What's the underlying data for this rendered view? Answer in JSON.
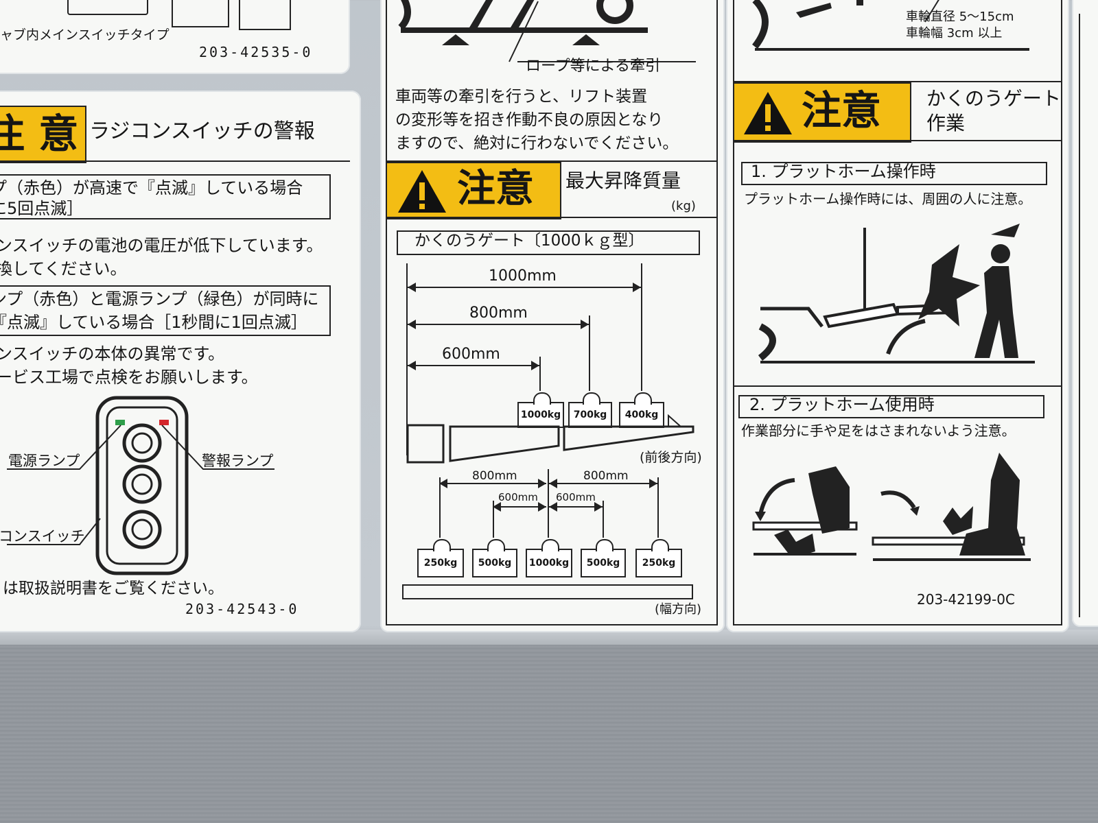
{
  "left_label": {
    "top_caption": "ャブ内メインスイッチタイプ",
    "top_code": "203-42535-0",
    "caution_word": "注 意",
    "title": "ラジコンスイッチの警報",
    "case1_box": [
      "プ（赤色）が高速で『点滅』している場合",
      "に5回点滅］"
    ],
    "case1_text": [
      "ンスイッチの電池の電圧が低下しています。",
      "換してください。"
    ],
    "case2_box": [
      "ンプ（赤色）と電源ランプ（緑色）が同時に",
      "『点滅』している場合［1秒間に1回点滅］"
    ],
    "case2_text": [
      "ンスイッチの本体の異常です。",
      "ービス工場で点検をお願いします。"
    ],
    "label_power": "電源ランプ",
    "label_alarm": "警報ランプ",
    "label_switch": "コンスイッチ",
    "footer": "は取扱説明書をご覧ください。",
    "code": "203-42543-0"
  },
  "middle_label": {
    "rope_caption": "ロープ等による牽引",
    "warning_text": [
      "車両等の牽引を行うと、リフト装置",
      "の変形等を招き作動不良の原因となり",
      "ますので、絶対に行わないでください。"
    ],
    "caution_word": "注意",
    "title": "最大昇降質量",
    "unit": "(kg)",
    "gate_title": "かくのうゲート〔1000ｋｇ型〕",
    "front_dims": [
      "1000mm",
      "800mm",
      "600mm"
    ],
    "front_weights": [
      "1000kg",
      "700kg",
      "400kg"
    ],
    "front_caption": "(前後方向)",
    "width_dims_outer": [
      "800mm",
      "800mm"
    ],
    "width_dims_inner": [
      "600mm",
      "600mm"
    ],
    "width_weights": [
      "250kg",
      "500kg",
      "1000kg",
      "500kg",
      "250kg"
    ],
    "width_caption": "(幅方向)"
  },
  "right_label": {
    "wheel_spec": [
      "車輪直径  5～15cm",
      "車輪幅  3cm 以上"
    ],
    "caution_word": "注意",
    "title": [
      "かくのうゲート",
      "作業"
    ],
    "section1_title": "1. プラットホーム操作時",
    "section1_text": "プラットホーム操作時には、周囲の人に注意。",
    "section2_title": "2. プラットホーム使用時",
    "section2_text": "作業部分に手や足をはさまれないよう注意。",
    "code": "203-42199-0C"
  },
  "colors": {
    "caution_yellow": "#f3bd14",
    "lamp_green": "#2e9e4a",
    "lamp_red": "#d4262b",
    "panel_white": "#f7f8f6"
  }
}
